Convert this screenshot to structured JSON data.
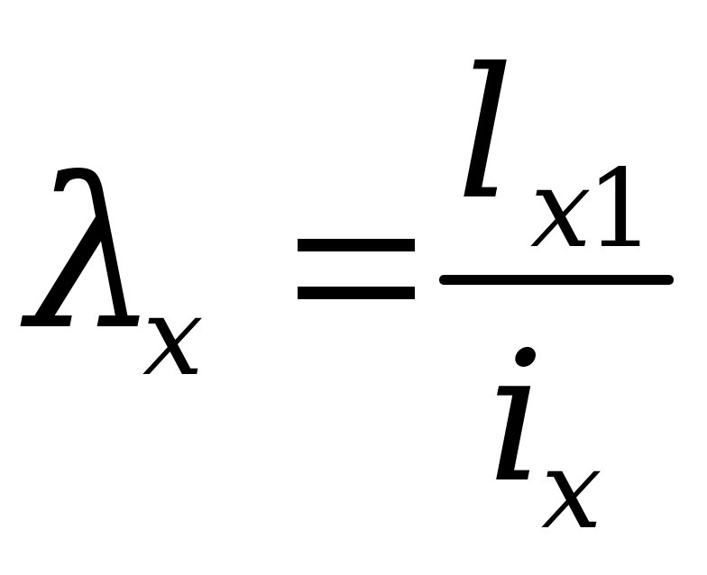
{
  "formula": {
    "lhs_symbol": "λ",
    "lhs_subscript": "x",
    "operator": "=",
    "numerator_symbol": "l",
    "numerator_subscript_var": "x",
    "numerator_subscript_num": "1",
    "denominator_symbol": "i",
    "denominator_subscript": "x",
    "color": "#000000"
  }
}
